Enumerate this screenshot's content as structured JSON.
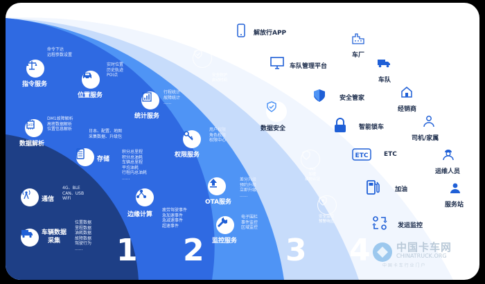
{
  "colors": {
    "layer1": "#1e3f86",
    "layer2": "#2f6ae2",
    "layer3": "#4f94f5",
    "layer4": "#c7dcfb",
    "layer5": "#f1f6fe",
    "icon_dark": "#1f5fd6"
  },
  "layers": [
    {
      "number": "1",
      "services": [
        {
          "name": "通信",
          "icon": "antenna-icon",
          "details": "4G、BLE\nCAN、USB\nWiFi"
        },
        {
          "name": "车辆数据\n采集",
          "icon": "truck-icon",
          "details": "位置数据\n里程数据\n油耗数据\n故障数据\n驾驶行为\n......"
        }
      ]
    },
    {
      "number": "2",
      "services": [
        {
          "name": "指令服务",
          "icon": "scale-icon",
          "details": "命令下达\n远程参数设置"
        },
        {
          "name": "位置服务",
          "icon": "car-icon",
          "details": "实时位置\n历史轨迹\nPOI点"
        },
        {
          "name": "数据解析",
          "icon": "data-chip-icon",
          "details": "DM1故障解析\n高密数据解析\n位置信息解析"
        },
        {
          "name": "存储",
          "icon": "storage-icon",
          "details": "日本、配置、地图\n采集数据、升级包"
        },
        {
          "name": "边缘计算",
          "icon": "edge-compute-icon",
          "details": "积分总里程\n积分总油耗\n车辆总里程\n平均油耗\n行程内总油耗\n......"
        }
      ]
    },
    {
      "number": "3",
      "services": [
        {
          "name": "统计服务",
          "icon": "statistics-icon",
          "details": "行程统计\n故障统计\n......"
        },
        {
          "name": "权限服务",
          "icon": "key-icon",
          "details": "用户权限\n角色权限\n权限中心"
        },
        {
          "name": "OTA服务",
          "icon": "upload-icon",
          "details": "差分升级\n预约升级\n立即升级\n......"
        },
        {
          "name": "监控服务",
          "icon": "wrench-icon",
          "details": "电子围栏\n事件监控\n区域监控"
        },
        {
          "name": "",
          "icon": "warning-events-icon",
          "details": "疲劳驾驶事件\n急加速事件\n急减速事件\n超速事件"
        }
      ]
    },
    {
      "number": "4",
      "services": [
        {
          "name": "数据安全",
          "icon": "shield-check-icon",
          "details": ""
        },
        {
          "name": "",
          "icon": "security-protect-icon",
          "details": "安全防护\n启动时间"
        },
        {
          "name": "",
          "icon": "pki-icon",
          "details": "PKI\n加密\n双向认证"
        },
        {
          "name": "",
          "icon": "security-monitor-icon",
          "details": "安全监控\n预警响应"
        }
      ]
    }
  ],
  "applications": [
    {
      "label": "解放行APP",
      "icon": "phone-icon"
    },
    {
      "label": "车队管理平台",
      "icon": "monitor-icon"
    },
    {
      "label": "安全管家",
      "icon": "shield-icon"
    },
    {
      "label": "智能锁车",
      "icon": "lock-icon"
    },
    {
      "label": "ETC",
      "icon": "etc-icon"
    },
    {
      "label": "加油",
      "icon": "fuel-pump-icon"
    },
    {
      "label": "发运监控",
      "icon": "dispatch-monitor-icon"
    }
  ],
  "users": [
    {
      "label": "车厂",
      "icon": "factory-icon"
    },
    {
      "label": "车队",
      "icon": "fleet-truck-icon"
    },
    {
      "label": "经销商",
      "icon": "dealer-house-icon"
    },
    {
      "label": "司机/家属",
      "icon": "driver-family-icon"
    },
    {
      "label": "运维人员",
      "icon": "maintenance-person-icon"
    },
    {
      "label": "服务站",
      "icon": "service-station-icon"
    }
  ],
  "watermark": {
    "cn": "中国卡车网",
    "en": "CHINATRUCK.ORG",
    "sub": "中 国 卡 车 行 业 门 户"
  }
}
